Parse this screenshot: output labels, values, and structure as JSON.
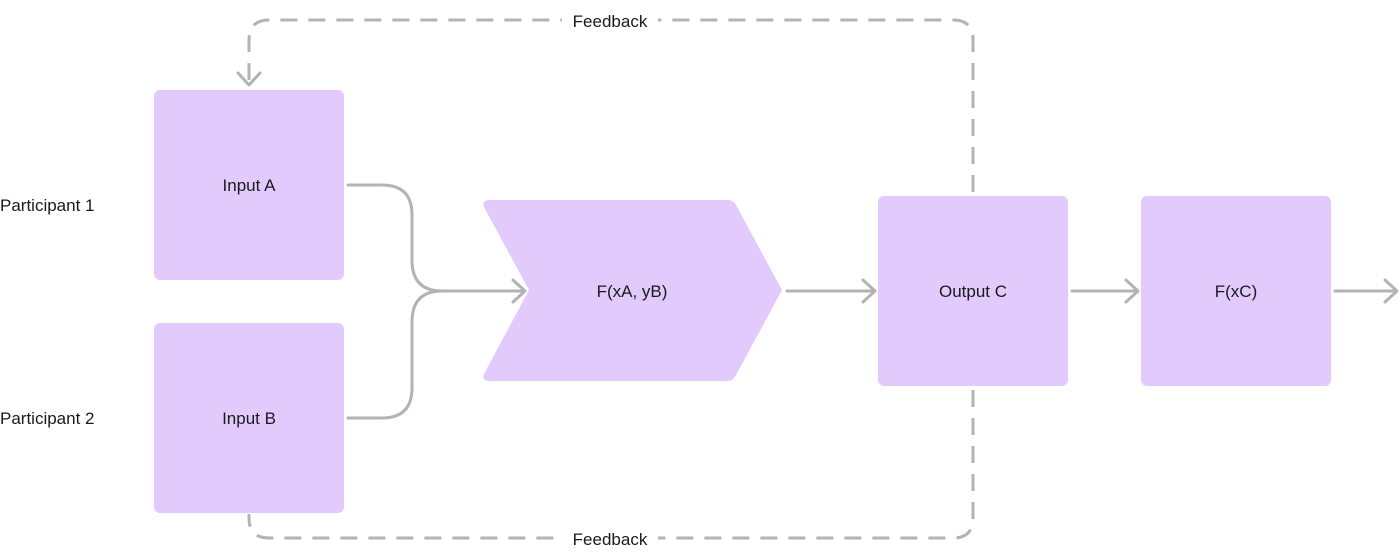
{
  "participants": [
    {
      "label": "Participant 1"
    },
    {
      "label": "Participant 2"
    }
  ],
  "nodes": {
    "input_a": {
      "label": "Input A"
    },
    "input_b": {
      "label": "Input B"
    },
    "function_ab": {
      "label": "F(xA, yB)"
    },
    "output_c": {
      "label": "Output C"
    },
    "function_c": {
      "label": "F(xC)"
    }
  },
  "feedback": {
    "top_label": "Feedback",
    "bottom_label": "Feedback"
  },
  "colors": {
    "node_fill": "#e2cafd",
    "connector": "#b3b3b3",
    "text": "#1a1a1a"
  }
}
